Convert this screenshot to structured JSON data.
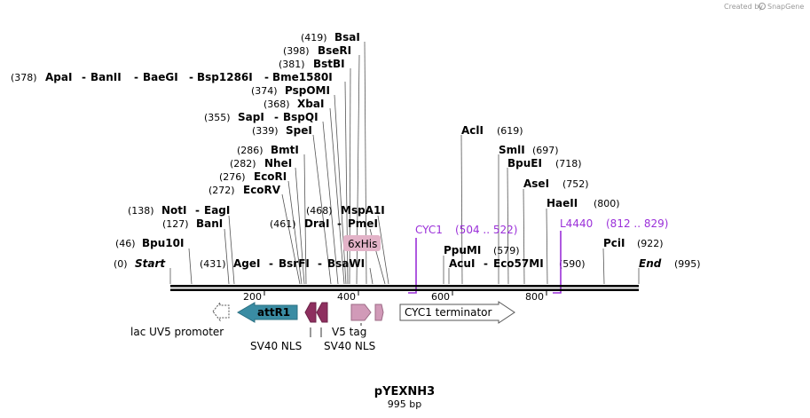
{
  "credit": {
    "created_by": "Created by",
    "brand": "SnapGene"
  },
  "plasmid": {
    "name": "pYEXNH3",
    "length": "995 bp"
  },
  "colors": {
    "attR1": "#3a8ca3",
    "nls": "#8e2f5f",
    "v5": "#d19ab8",
    "his": "#e0a6bf",
    "primer": "#9b30d9",
    "backbone": "#000000"
  },
  "sites": {
    "bsaI": {
      "name": "BsaI",
      "pos": "(419)"
    },
    "bseRI": {
      "name": "BseRI",
      "pos": "(398)"
    },
    "bstBI": {
      "name": "BstBI",
      "pos": "(381)"
    },
    "apaGroup": {
      "pos": "(378)",
      "a": "ApaI",
      "b": "BanII",
      "c": "BaeGI",
      "d": "Bsp1286I",
      "e": "Bme1580I",
      "sep": "-"
    },
    "pspOMI": {
      "name": "PspOMI",
      "pos": "(374)"
    },
    "xbaI": {
      "name": "XbaI",
      "pos": "(368)"
    },
    "sapGroup": {
      "pos": "(355)",
      "a": "SapI",
      "b": "BspQI",
      "sep": "-"
    },
    "speI": {
      "name": "SpeI",
      "pos": "(339)"
    },
    "bmtI": {
      "name": "BmtI",
      "pos": "(286)"
    },
    "nheI": {
      "name": "NheI",
      "pos": "(282)"
    },
    "ecoRI": {
      "name": "EcoRI",
      "pos": "(276)"
    },
    "ecoRV": {
      "name": "EcoRV",
      "pos": "(272)"
    },
    "notGroup": {
      "pos": "(138)",
      "a": "NotI",
      "b": "EagI",
      "sep": "-"
    },
    "banI": {
      "name": "BanI",
      "pos": "(127)"
    },
    "bpu10I": {
      "name": "Bpu10I",
      "pos": "(46)"
    },
    "start": {
      "name": "Start",
      "pos": "(0)"
    },
    "ageGroup": {
      "pos": "(431)",
      "a": "AgeI",
      "b": "BsrFI",
      "c": "BsaWI",
      "sep": "-"
    },
    "draGroup": {
      "pos": "(461)",
      "a": "DraI",
      "b": "PmeI",
      "sep": "-"
    },
    "mspA1I": {
      "name": "MspA1I",
      "pos": "(468)"
    },
    "aclI": {
      "name": "AclI",
      "pos": "(619)"
    },
    "smlI": {
      "name": "SmlI",
      "pos": "(697)"
    },
    "bpuEI": {
      "name": "BpuEI",
      "pos": "(718)"
    },
    "aseI": {
      "name": "AseI",
      "pos": "(752)"
    },
    "haeII": {
      "name": "HaeII",
      "pos": "(800)"
    },
    "pciI": {
      "name": "PciI",
      "pos": "(922)"
    },
    "end": {
      "name": "End",
      "pos": "(995)"
    },
    "ppuMI": {
      "name": "PpuMI",
      "pos": "(579)"
    },
    "acuGroup": {
      "pos": "(590)",
      "a": "AcuI",
      "b": "Eco57MI",
      "sep": "-"
    }
  },
  "primers": {
    "cyc1": {
      "name": "CYC1",
      "range": "(504 .. 522)"
    },
    "l4440": {
      "name": "L4440",
      "range": "(812 .. 829)"
    }
  },
  "features": {
    "his": "6xHis",
    "attR1": "attR1",
    "cyc1term": "CYC1 terminator",
    "lacUV5": "lac UV5 promoter",
    "sv40a": "SV40 NLS",
    "v5tag": "V5 tag",
    "sv40b": "SV40 NLS"
  },
  "ruler": [
    "200",
    "400",
    "600",
    "800"
  ]
}
